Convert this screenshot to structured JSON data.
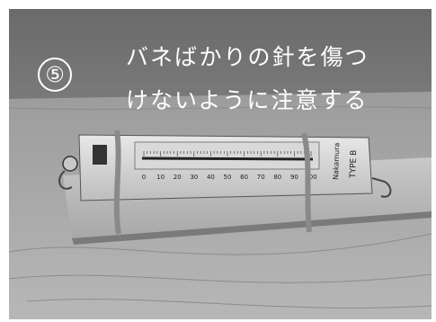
{
  "step_number": "⑤",
  "caption": {
    "line1": "バネばかりの針を傷つ",
    "line2": "けないように注意する"
  },
  "scale": {
    "brand_text": "Nakamura",
    "type_text": "TYPE B",
    "tick_labels": [
      "0",
      "10",
      "20",
      "30",
      "40",
      "50",
      "60",
      "70",
      "80",
      "90",
      "100"
    ]
  }
}
